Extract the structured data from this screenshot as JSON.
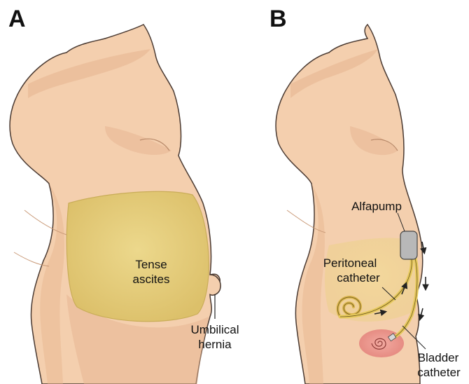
{
  "panels": [
    {
      "letter": "A",
      "labels": {
        "ascites_line1": "Tense",
        "ascites_line2": "ascites",
        "hernia_line1": "Umbilical",
        "hernia_line2": "hernia"
      }
    },
    {
      "letter": "B",
      "labels": {
        "pump": "Alfapump",
        "peritoneal_line1": "Peritoneal",
        "peritoneal_line2": "catheter",
        "bladder_line1": "Bladder",
        "bladder_line2": "catheter"
      }
    }
  ],
  "colors": {
    "skin": "#f4cfae",
    "skin_shadow": "#e6b48f",
    "skin_outline": "#4a3a32",
    "ascites_fill": "#e9cf7a",
    "bladder": "#e98a86",
    "catheter_yellow": "#e6c95c",
    "pump": "#b8b8b8",
    "label": "#111111"
  }
}
